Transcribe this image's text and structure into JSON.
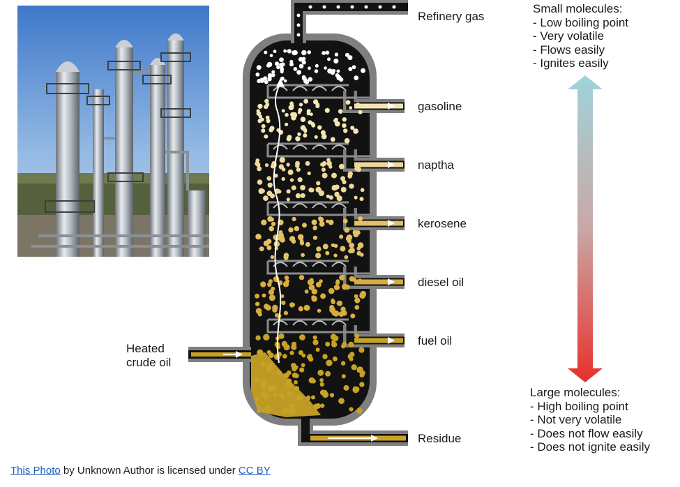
{
  "diagram": {
    "fractions": [
      {
        "id": "refinery-gas",
        "label": "Refinery gas"
      },
      {
        "id": "gasoline",
        "label": "gasoline"
      },
      {
        "id": "naptha",
        "label": "naptha"
      },
      {
        "id": "kerosene",
        "label": "kerosene"
      },
      {
        "id": "diesel-oil",
        "label": "diesel oil"
      },
      {
        "id": "fuel-oil",
        "label": "fuel oil"
      },
      {
        "id": "residue",
        "label": "Residue"
      }
    ],
    "feed": {
      "line1": "Heated",
      "line2": "crude oil"
    },
    "small": {
      "title": "Small molecules:",
      "items": [
        "- Low boiling point",
        "- Very volatile",
        "- Flows easily",
        "- Ignites easily"
      ]
    },
    "large": {
      "title": "Large molecules:",
      "items": [
        "- High boiling point",
        "- Not very volatile",
        "- Does not flow easily",
        "- Does not ignite easily"
      ]
    },
    "colors": {
      "shell": "#7f7f7f",
      "interior": "#121212",
      "light_droplet": "#f3e6b3",
      "dark_droplet": "#c8a227",
      "arrow_top": "#9fd3dc",
      "arrow_bottom": "#e8302c"
    }
  },
  "attribution": {
    "photo_link": "This Photo",
    "middle": "by Unknown Author is licensed under",
    "license_link": "CC BY"
  }
}
